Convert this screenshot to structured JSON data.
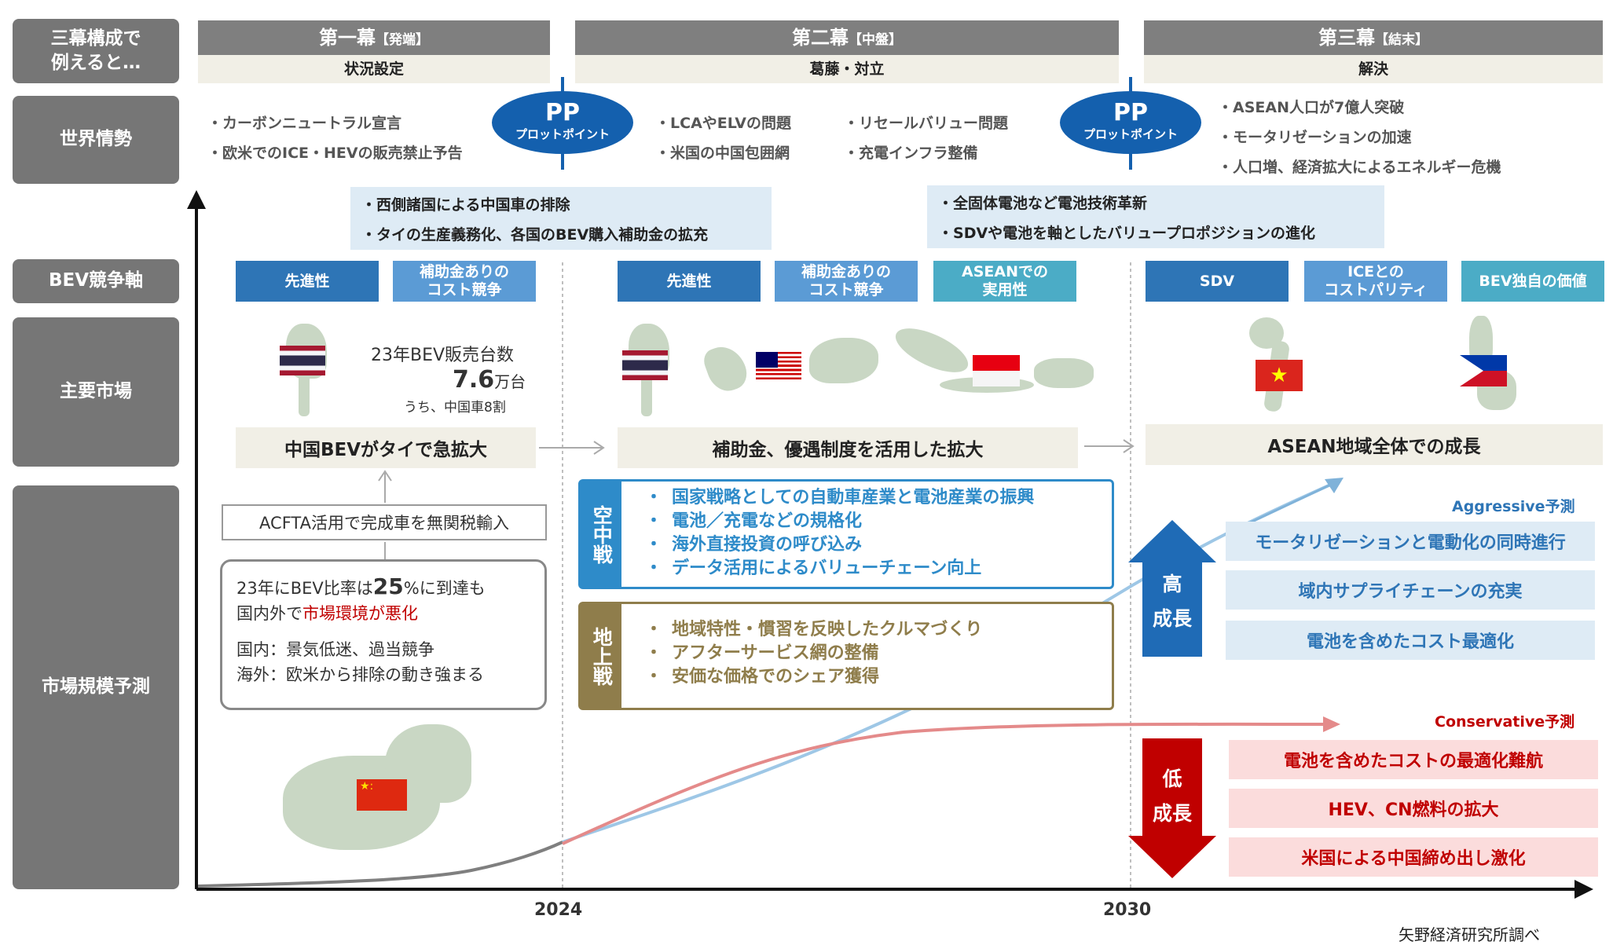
{
  "row_labels": {
    "story": "三幕構成で\n例えると…",
    "world": "世界情勢",
    "bev_axis": "BEV競争軸",
    "market": "主要市場",
    "forecast": "市場規模予測"
  },
  "acts": [
    {
      "title": "第一幕",
      "tag": "【発端】",
      "sub": "状況設定"
    },
    {
      "title": "第二幕",
      "tag": "【中盤】",
      "sub": "葛藤・対立"
    },
    {
      "title": "第三幕",
      "tag": "【結末】",
      "sub": "解決"
    }
  ],
  "plot_point": {
    "main": "PP",
    "sub": "プロットポイント"
  },
  "world": {
    "act1": [
      "カーボンニュートラル宣言",
      "欧米でのICE・HEVの販売禁止予告"
    ],
    "act2a": [
      "LCAやELVの問題",
      "米国の中国包囲網"
    ],
    "act2b": [
      "リセールバリュー問題",
      "充電インフラ整備"
    ],
    "act3": [
      "ASEAN人口が7億人突破",
      "モータリゼーションの加速",
      "人口増、経済拡大によるエネルギー危機"
    ],
    "pp1_box": [
      "西側諸国による中国車の排除",
      "タイの生産義務化、各国のBEV購入補助金の拡充"
    ],
    "pp2_box": [
      "全固体電池など電池技術革新",
      "SDVや電池を軸としたバリュープロポジションの進化"
    ]
  },
  "bev_axis": {
    "act1": [
      "先進性",
      "補助金ありの\nコスト競争"
    ],
    "act2": [
      "先進性",
      "補助金ありの\nコスト競争",
      "ASEANでの\n実用性"
    ],
    "act3": [
      "SDV",
      "ICEとの\nコストパリティ",
      "BEV独自の価値"
    ]
  },
  "thai_stats": {
    "label": "23年BEV販売台数",
    "value": "7.6",
    "unit": "万台",
    "note": "うち、中国車8割"
  },
  "markets": {
    "act1": "中国BEVがタイで急拡大",
    "act2": "補助金、優遇制度を活用した拡大",
    "act3": "ASEAN地域全体での成長"
  },
  "acfta": "ACFTA活用で完成車を無関税輸入",
  "china_box": {
    "l1a": "23年にBEV比率は",
    "l1b": "25",
    "l1c": "%に到達も",
    "l2a": "国内外で",
    "l2b": "市場環境が悪化",
    "l3": "国内：景気低迷、過当競争",
    "l4": "海外：欧米から排除の動き強まる"
  },
  "air_war": {
    "tag": "空中戦",
    "items": [
      "国家戦略としての自動車産業と電池産業の振興",
      "電池／充電などの規格化",
      "海外直接投資の呼び込み",
      "データ活用によるバリューチェーン向上"
    ]
  },
  "ground_war": {
    "tag": "地上戦",
    "items": [
      "地域特性・慣習を反映したクルマづくり",
      "アフターサービス網の整備",
      "安価な価格でのシェア獲得"
    ]
  },
  "aggressive": {
    "label": "Aggressive予測",
    "arrow": "高\n成長",
    "items": [
      "モータリゼーションと電動化の同時進行",
      "域内サプライチェーンの充実",
      "電池を含めたコスト最適化"
    ]
  },
  "conservative": {
    "label": "Conservative予測",
    "arrow": "低\n成長",
    "items": [
      "電池を含めたコストの最適化難航",
      "HEV、CN燃料の拡大",
      "米国による中国締め出し激化"
    ]
  },
  "years": [
    "2024",
    "2030"
  ],
  "source": "矢野経済研究所調べ",
  "colors": {
    "act_head": "#7f7f7f",
    "pp": "#1460ae",
    "aggressive": "#2e75b6",
    "conservative": "#c00000",
    "air": "#2e8bc9",
    "ground": "#8f7d4b"
  }
}
